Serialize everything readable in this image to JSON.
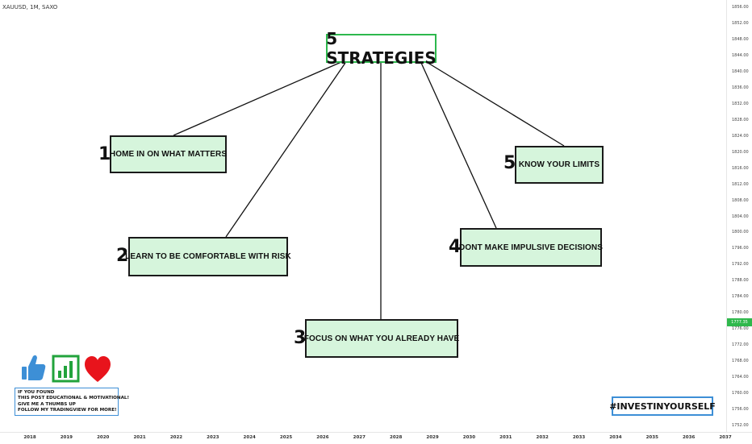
{
  "chart_header": {
    "symbol": "XAUUSD, 1M, SAXO"
  },
  "title": "5 STRATEGIES",
  "strategies": [
    {
      "number": "1",
      "text": "HOME IN ON WHAT MATTERS"
    },
    {
      "number": "2",
      "text": "LEARN TO BE COMFORTABLE WITH RISK"
    },
    {
      "number": "3",
      "text": "FOCUS ON WHAT YOU ALREADY HAVE"
    },
    {
      "number": "4",
      "text": "DONT MAKE IMPULSIVE DECISIONS"
    },
    {
      "number": "5",
      "text": "KNOW YOUR LIMITS"
    }
  ],
  "note_lines": [
    "IF YOU FOUND",
    "THIS POST EDUCATIONAL & MOTIVATIONAL!",
    "GIVE ME A THUMBS UP",
    "FOLLOW MY TRADINGVIEW FOR MORE!"
  ],
  "hashtag": "#INVESTINYOURSELF",
  "icons": [
    "thumbs-up-icon",
    "chart-icon",
    "heart-icon"
  ],
  "price_axis": {
    "ticks": [
      "1856.00",
      "1852.00",
      "1848.00",
      "1844.00",
      "1840.00",
      "1836.00",
      "1832.00",
      "1828.00",
      "1824.00",
      "1820.00",
      "1816.00",
      "1812.00",
      "1808.00",
      "1804.00",
      "1800.00",
      "1796.00",
      "1792.00",
      "1788.00",
      "1784.00",
      "1780.00",
      "1776.00",
      "1772.00",
      "1768.00",
      "1764.00",
      "1760.00",
      "1756.00",
      "1752.00"
    ],
    "current_price": "1777.35"
  },
  "time_axis": {
    "ticks": [
      "2018",
      "2019",
      "2020",
      "2021",
      "2022",
      "2023",
      "2024",
      "2025",
      "2026",
      "2027",
      "2028",
      "2029",
      "2030",
      "2031",
      "2032",
      "2033",
      "2034",
      "2035",
      "2036",
      "2037"
    ]
  },
  "colors": {
    "box_fill": "#d6f5dc",
    "title_border": "#2db84d",
    "hashtag_border": "#3d8fd6",
    "price_tag": "#2fb84c",
    "heart": "#e8141c",
    "thumb": "#3d8fd6"
  }
}
